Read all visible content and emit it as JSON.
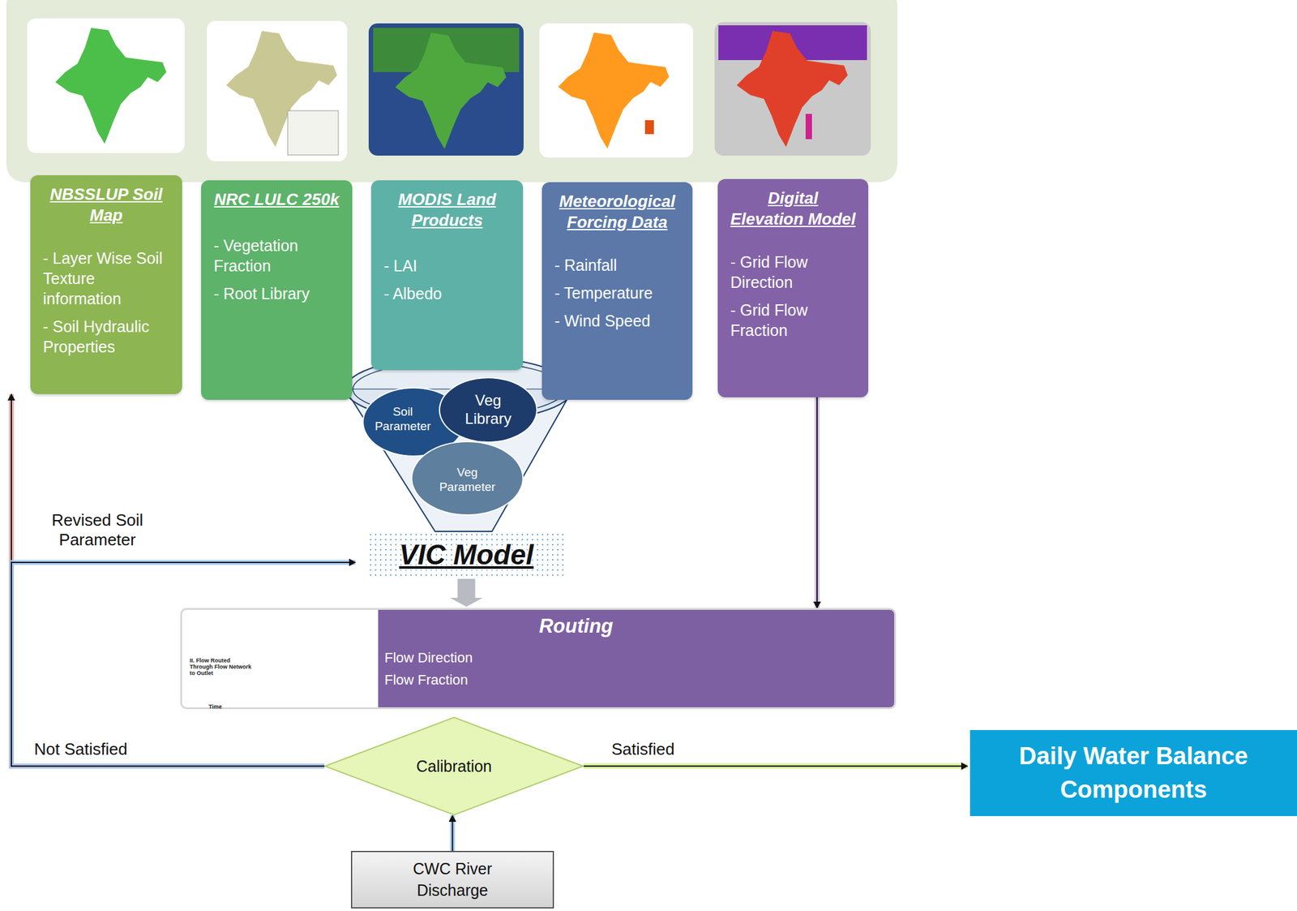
{
  "diagram": {
    "nodes": [
      {
        "text": [
          "NBSSLUP Soil Map",
          "- Layer Wise Soil Texture information",
          "- Soil Hydraulic Properties"
        ]
      },
      {
        "text": [
          "NRC LULC 250k",
          "- Vegetation Fraction",
          "- Root Library"
        ]
      },
      {
        "text": [
          "MODIS Land Products",
          "- LAI",
          "- Albedo"
        ]
      },
      {
        "text": [
          "Meteorological Forcing Data",
          "- Rainfall",
          "- Temperature",
          "- Wind Speed"
        ]
      },
      {
        "text": [
          "Digital Elevation Model",
          "- Grid Flow Direction",
          "- Grid Flow Fraction"
        ]
      },
      {
        "text": [
          "Soil Parameter"
        ]
      },
      {
        "text": [
          "Veg Parameter"
        ]
      },
      {
        "text": [
          "Veg Library"
        ]
      },
      {
        "text": [
          "VIC Model"
        ]
      },
      {
        "text": [
          "Routing",
          "Flow Direction",
          "Flow Fraction"
        ]
      },
      {
        "text": [
          "Calibration"
        ]
      },
      {
        "text": [
          "Daily Water Balance Components"
        ]
      },
      {
        "text": [
          "CWC River Discharge"
        ]
      }
    ],
    "edges": [
      {
        "from": 4,
        "to": 9,
        "arrow": "to"
      },
      {
        "from": 8,
        "to": 9,
        "arrow": "to"
      },
      {
        "from": 10,
        "to": 11,
        "label": "Satisfied",
        "arrow": "to"
      },
      {
        "from": 10,
        "to": 0,
        "label": "Not Satisfied",
        "arrow": "to"
      },
      {
        "from": 10,
        "to": 8,
        "label": "Revised Soil Parameter",
        "arrow": "to"
      },
      {
        "from": 12,
        "to": 10,
        "arrow": "to"
      }
    ],
    "labels": [
      "II. Flow Routed Through Flow Network to Outlet",
      "Time"
    ]
  }
}
